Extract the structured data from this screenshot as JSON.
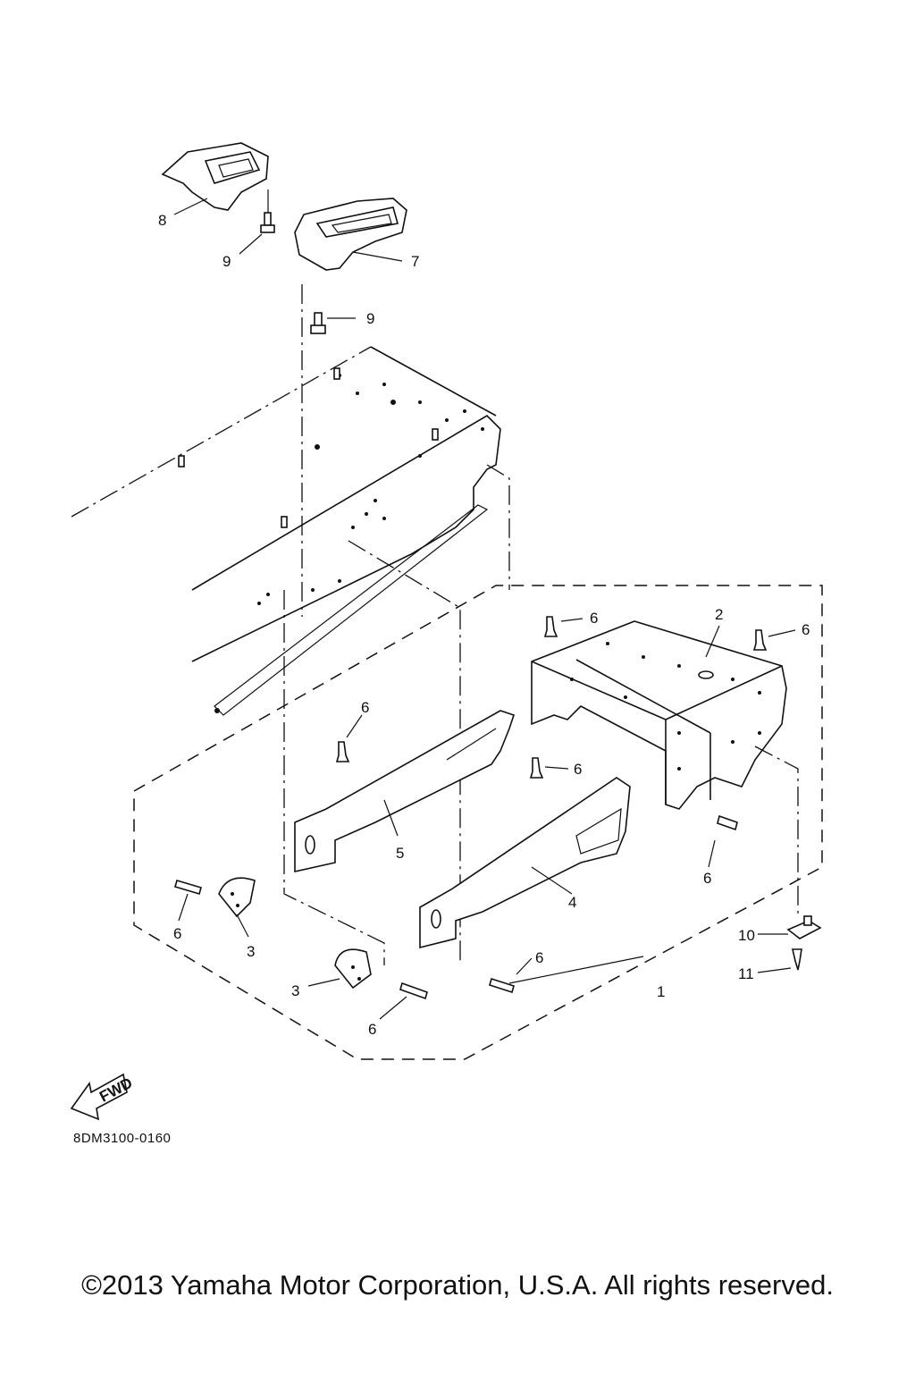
{
  "callouts": {
    "c1": "1",
    "c2": "2",
    "c3a": "3",
    "c3b": "3",
    "c4": "4",
    "c5": "5",
    "c6a": "6",
    "c6b": "6",
    "c6c": "6",
    "c6d": "6",
    "c6e": "6",
    "c6f": "6",
    "c6g": "6",
    "c6h": "6",
    "c7": "7",
    "c8": "8",
    "c9a": "9",
    "c9b": "9",
    "c10": "10",
    "c11": "11"
  },
  "fwd_label": "FWD",
  "figure_code": "8DM3100-0160",
  "copyright": "©2013 Yamaha Motor Corporation, U.S.A. All rights reserved."
}
